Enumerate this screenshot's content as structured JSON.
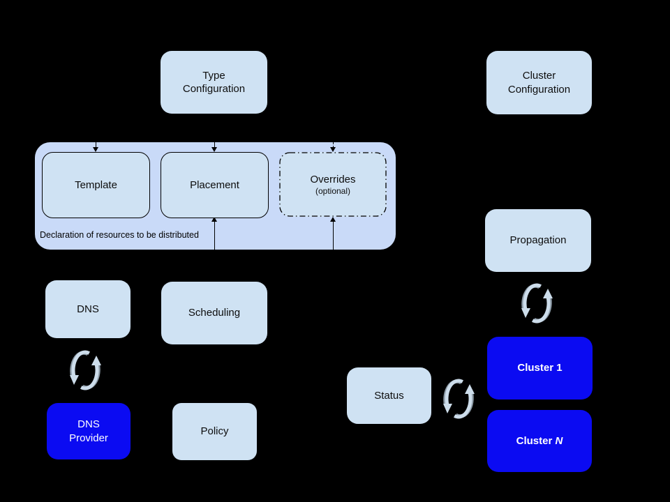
{
  "background": "#000000",
  "colors": {
    "node_fill": "#cfe2f3",
    "group_fill": "#c9daf8",
    "highlight_blue": "#0b0bf2",
    "node_border": "#000000",
    "text_dark": "#0d0d0d",
    "text_light": "#ffffff",
    "sync_icon_light": "#cdddeb",
    "sync_icon_shade": "#8c9aa6"
  },
  "icons": {
    "sync": "circular-sync-arrows ⟳"
  },
  "nodes": {
    "type_config": {
      "label": "Type\nConfiguration"
    },
    "cluster_config": {
      "label": "Cluster\nConfiguration"
    },
    "template": {
      "label": "Template"
    },
    "placement": {
      "label": "Placement"
    },
    "overrides": {
      "title": "Overrides",
      "subtitle": "(optional)"
    },
    "group_caption": "Declaration of resources to be distributed",
    "dns": {
      "label": "DNS"
    },
    "scheduling": {
      "label": "Scheduling"
    },
    "dns_provider": {
      "label": "DNS\nProvider"
    },
    "policy": {
      "label": "Policy"
    },
    "status": {
      "label": "Status"
    },
    "propagation": {
      "label": "Propagation"
    },
    "cluster_1": {
      "label": "Cluster 1"
    },
    "cluster_n": {
      "prefix": "Cluster ",
      "suffix": "N"
    }
  }
}
